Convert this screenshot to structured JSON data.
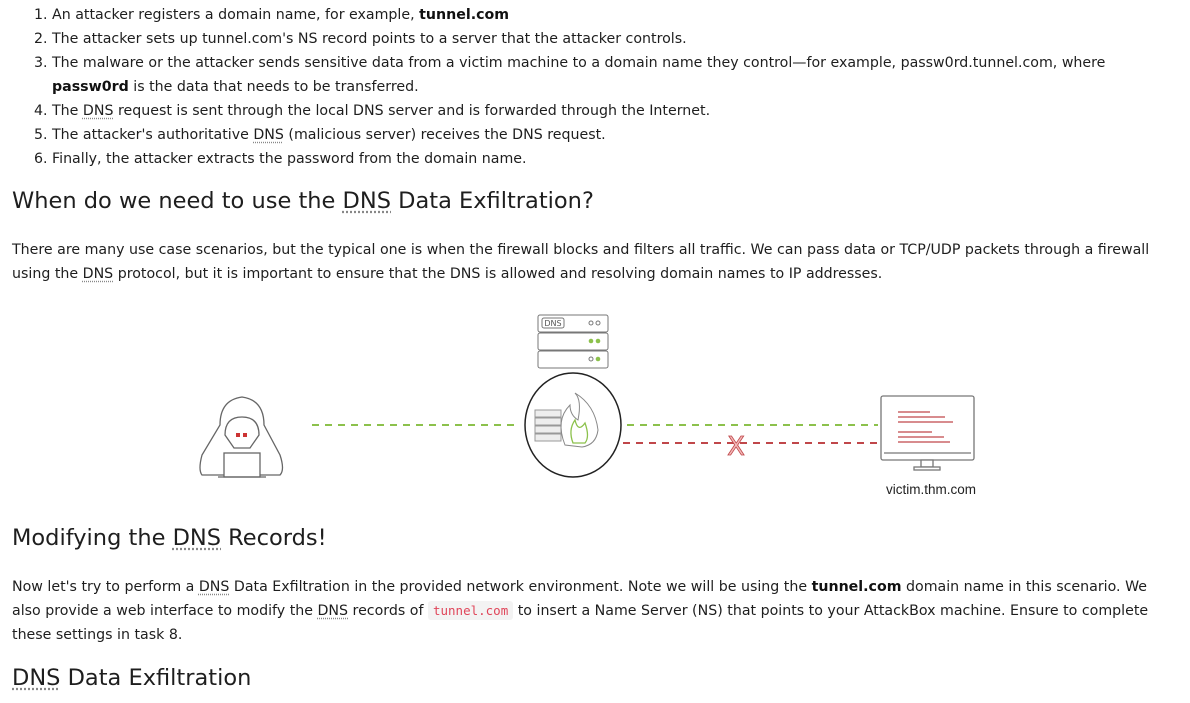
{
  "steps": [
    {
      "a": "An attacker registers a domain name, for example, ",
      "b": "tunnel.com"
    },
    {
      "a": "The attacker sets up tunnel.com's NS record points to a server that the attacker controls."
    },
    {
      "a": "The malware or the attacker sends sensitive data from a victim machine to a domain name they control—for example, passw0rd.tunnel.com, where ",
      "b": "passw0rd",
      "c": " is the data that needs to be transferred."
    },
    {
      "a": "The ",
      "abbr": "DNS",
      "c": " request is sent through the local DNS server and is forwarded through the Internet."
    },
    {
      "a": "The attacker's authoritative ",
      "abbr": "DNS",
      "c": " (malicious server) receives the DNS request."
    },
    {
      "a": "Finally, the attacker extracts the password from the domain name."
    }
  ],
  "section1": {
    "h_a": "When do we need to use the ",
    "h_abbr": "DNS",
    "h_b": " Data Exfiltration?",
    "p_a": "There are many use case scenarios, but the typical one is when the firewall blocks and filters all traffic. We can pass data or TCP/UDP packets through a firewall using the ",
    "p_abbr": "DNS",
    "p_b": " protocol, but it is important to ensure that the DNS is allowed and resolving domain names to IP addresses."
  },
  "diagram": {
    "server_label": "DNS",
    "victim_label": "victim.thm.com",
    "colors": {
      "allowed": "#8cc14c",
      "blocked": "#c0474a"
    }
  },
  "section2": {
    "h_a": "Modifying the ",
    "h_abbr": "DNS",
    "h_b": " Records!",
    "p_a": "Now let's try to perform a ",
    "p_abbr": "DNS",
    "p_b": " Data Exfiltration in the provided network environment. Note we will be using the ",
    "p_bold": "tunnel.com",
    "p_c": " domain name in this scenario. We also provide a web interface to modify the ",
    "p_abbr2": "DNS",
    "p_d": " records of ",
    "p_code": "tunnel.com",
    "p_e": " to insert a Name Server (NS) that points to your AttackBox machine. Ensure to complete these settings in task 8."
  },
  "section3": {
    "h_abbr": "DNS",
    "h_b": " Data Exfiltration"
  }
}
